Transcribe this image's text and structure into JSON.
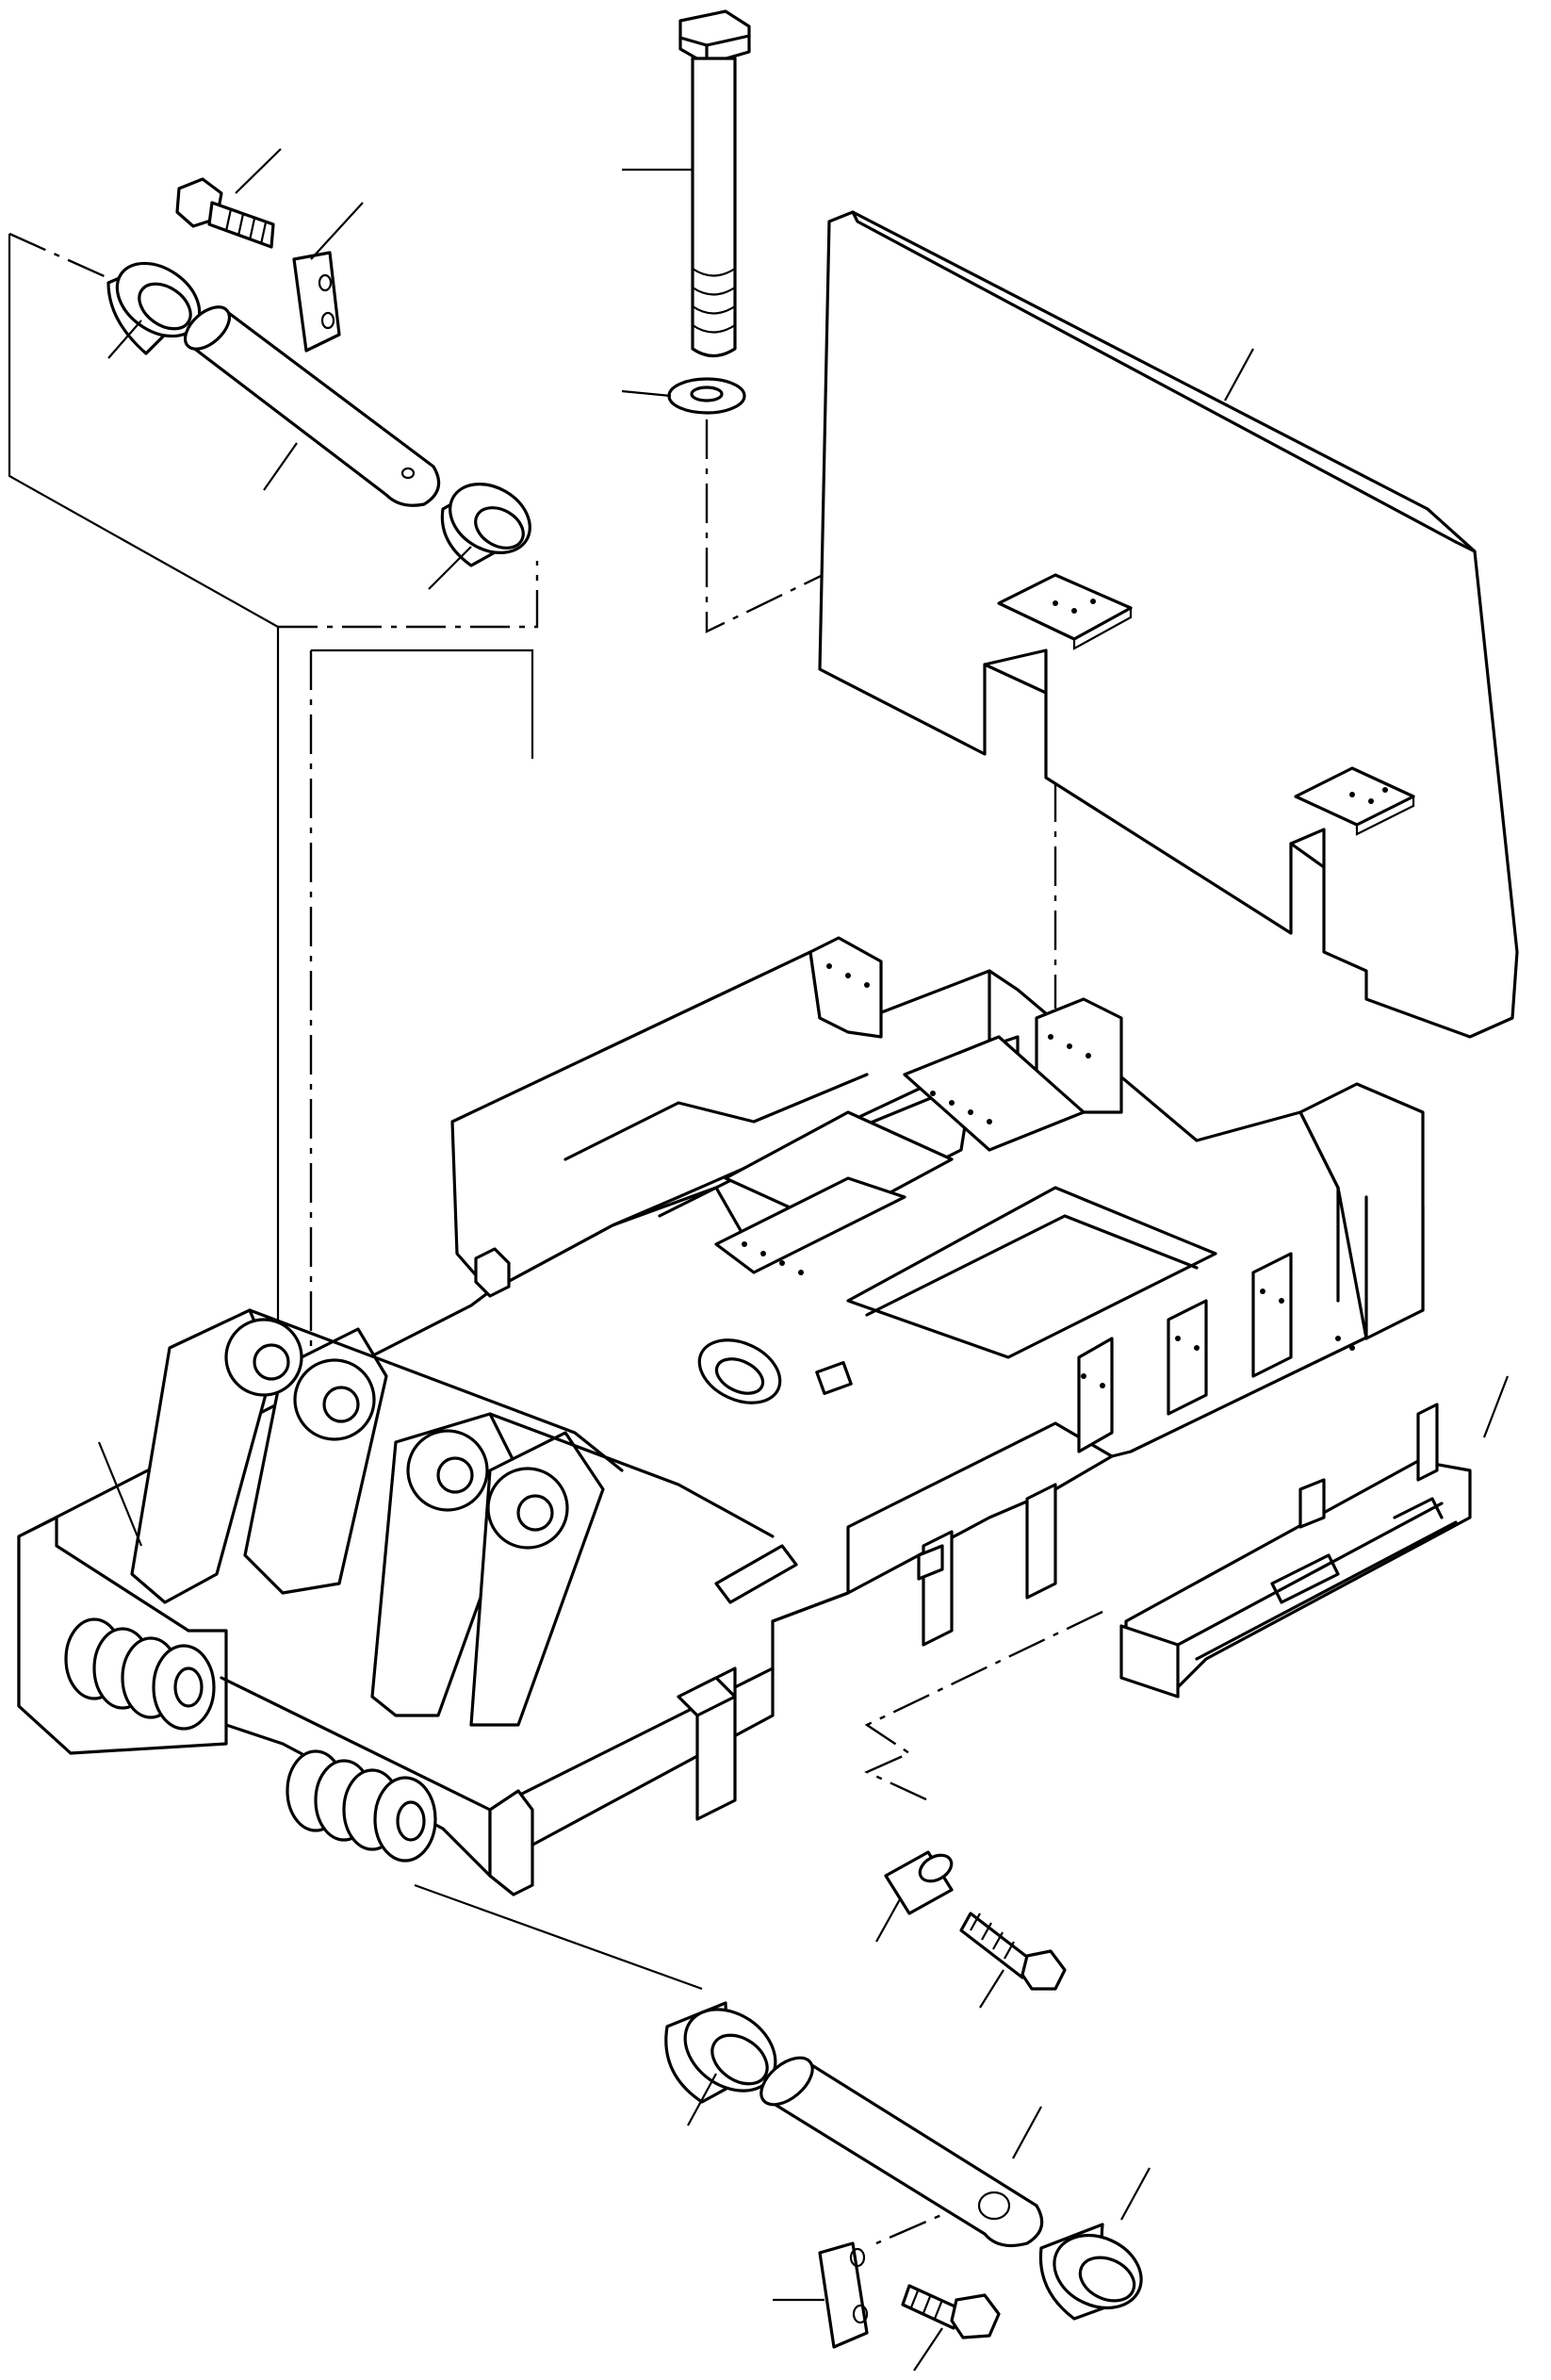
{
  "figure": {
    "kind": "exploded parts diagram",
    "line_color": "#000000",
    "background_color": "#ffffff"
  },
  "parts": [
    {
      "id": "upper-small-bolt"
    },
    {
      "id": "upper-lock-plate"
    },
    {
      "id": "upper-left-bushing"
    },
    {
      "id": "upper-pin"
    },
    {
      "id": "upper-right-bushing"
    },
    {
      "id": "long-bolt"
    },
    {
      "id": "washer"
    },
    {
      "id": "counterweight"
    },
    {
      "id": "revolving-frame"
    },
    {
      "id": "lower-rail"
    },
    {
      "id": "spacer"
    },
    {
      "id": "spacer-bolt"
    },
    {
      "id": "lower-left-bushing"
    },
    {
      "id": "lower-pin"
    },
    {
      "id": "lower-right-bushing"
    },
    {
      "id": "lower-lock-plate"
    },
    {
      "id": "lower-small-bolt"
    }
  ]
}
